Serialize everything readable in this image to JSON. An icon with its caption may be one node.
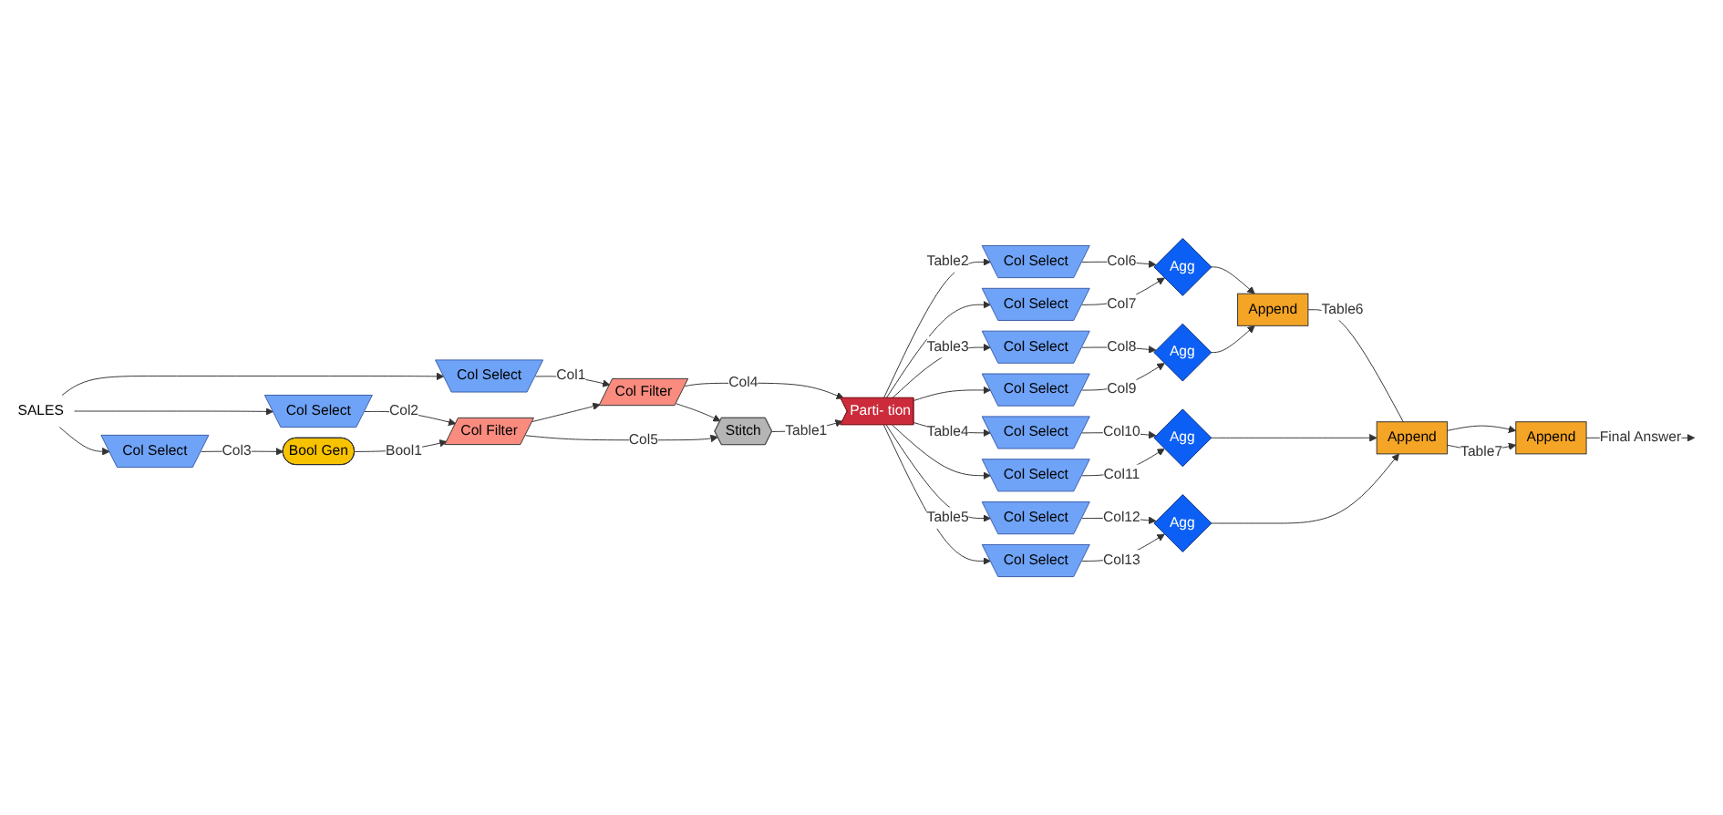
{
  "diagram": {
    "nodes": [
      {
        "text": [
          "SALES"
        ]
      },
      {
        "text": [
          "Col Select"
        ]
      },
      {
        "text": [
          "Col Select"
        ]
      },
      {
        "text": [
          "Col Select"
        ]
      },
      {
        "text": [
          "Col Filter"
        ]
      },
      {
        "text": [
          "Col Filter"
        ]
      },
      {
        "text": [
          "Bool Gen"
        ]
      },
      {
        "text": [
          "Stitch"
        ]
      },
      {
        "text": [
          "Parti- tion"
        ]
      },
      {
        "text": [
          "Col Select"
        ]
      },
      {
        "text": [
          "Col Select"
        ]
      },
      {
        "text": [
          "Agg"
        ]
      },
      {
        "text": [
          "Col Select"
        ]
      },
      {
        "text": [
          "Col Select"
        ]
      },
      {
        "text": [
          "Agg"
        ]
      },
      {
        "text": [
          "Col Select"
        ]
      },
      {
        "text": [
          "Col Select"
        ]
      },
      {
        "text": [
          "Agg"
        ]
      },
      {
        "text": [
          "Col Select"
        ]
      },
      {
        "text": [
          "Col Select"
        ]
      },
      {
        "text": [
          "Agg"
        ]
      },
      {
        "text": [
          "Append"
        ]
      },
      {
        "text": [
          "Append"
        ]
      },
      {
        "text": [
          "Append"
        ]
      }
    ],
    "edges": [
      {
        "from": 0,
        "to": 1,
        "arrow": "to"
      },
      {
        "from": 0,
        "to": 2,
        "arrow": "to"
      },
      {
        "from": 0,
        "to": 3,
        "arrow": "to"
      },
      {
        "from": 1,
        "to": 4,
        "arrow": "to",
        "label": "Col1"
      },
      {
        "from": 2,
        "to": 5,
        "arrow": "to",
        "label": "Col2"
      },
      {
        "from": 3,
        "to": 6,
        "arrow": "to",
        "label": "Col3"
      },
      {
        "from": 6,
        "to": 5,
        "arrow": "to",
        "label": "Bool1"
      },
      {
        "from": 5,
        "to": 4,
        "arrow": "to"
      },
      {
        "from": 5,
        "to": 7,
        "arrow": "to",
        "label": "Col5"
      },
      {
        "from": 4,
        "to": 8,
        "arrow": "to",
        "label": "Col4"
      },
      {
        "from": 4,
        "to": 7,
        "arrow": "to"
      },
      {
        "from": 7,
        "to": 8,
        "arrow": "to",
        "label": "Table1"
      },
      {
        "from": 8,
        "to": 9,
        "arrow": "to",
        "label": "Table2"
      },
      {
        "from": 8,
        "to": 10,
        "arrow": "to"
      },
      {
        "from": 8,
        "to": 12,
        "arrow": "to",
        "label": "Table3"
      },
      {
        "from": 8,
        "to": 13,
        "arrow": "to"
      },
      {
        "from": 8,
        "to": 15,
        "arrow": "to",
        "label": "Table4"
      },
      {
        "from": 8,
        "to": 16,
        "arrow": "to"
      },
      {
        "from": 8,
        "to": 18,
        "arrow": "to",
        "label": "Table5"
      },
      {
        "from": 8,
        "to": 19,
        "arrow": "to"
      },
      {
        "from": 9,
        "to": 11,
        "arrow": "to",
        "label": "Col6"
      },
      {
        "from": 10,
        "to": 11,
        "arrow": "to",
        "label": "Col7"
      },
      {
        "from": 12,
        "to": 14,
        "arrow": "to",
        "label": "Col8"
      },
      {
        "from": 13,
        "to": 14,
        "arrow": "to",
        "label": "Col9"
      },
      {
        "from": 15,
        "to": 17,
        "arrow": "to",
        "label": "Col10"
      },
      {
        "from": 16,
        "to": 17,
        "arrow": "to",
        "label": "Col11"
      },
      {
        "from": 18,
        "to": 20,
        "arrow": "to",
        "label": "Col12"
      },
      {
        "from": 19,
        "to": 20,
        "arrow": "to",
        "label": "Col13"
      },
      {
        "from": 11,
        "to": 21,
        "arrow": "to"
      },
      {
        "from": 14,
        "to": 21,
        "arrow": "to"
      },
      {
        "from": 17,
        "to": 22,
        "arrow": "to"
      },
      {
        "from": 20,
        "to": 22,
        "arrow": "to"
      },
      {
        "from": 21,
        "to": 22,
        "arrow": "none",
        "label": "Table6"
      },
      {
        "from": 22,
        "to": 23,
        "arrow": "to"
      },
      {
        "from": 22,
        "to": 23,
        "arrow": "to",
        "label": "Table7"
      },
      {
        "from": 23,
        "to": null,
        "arrow": "to",
        "label": "Final Answer"
      }
    ]
  }
}
